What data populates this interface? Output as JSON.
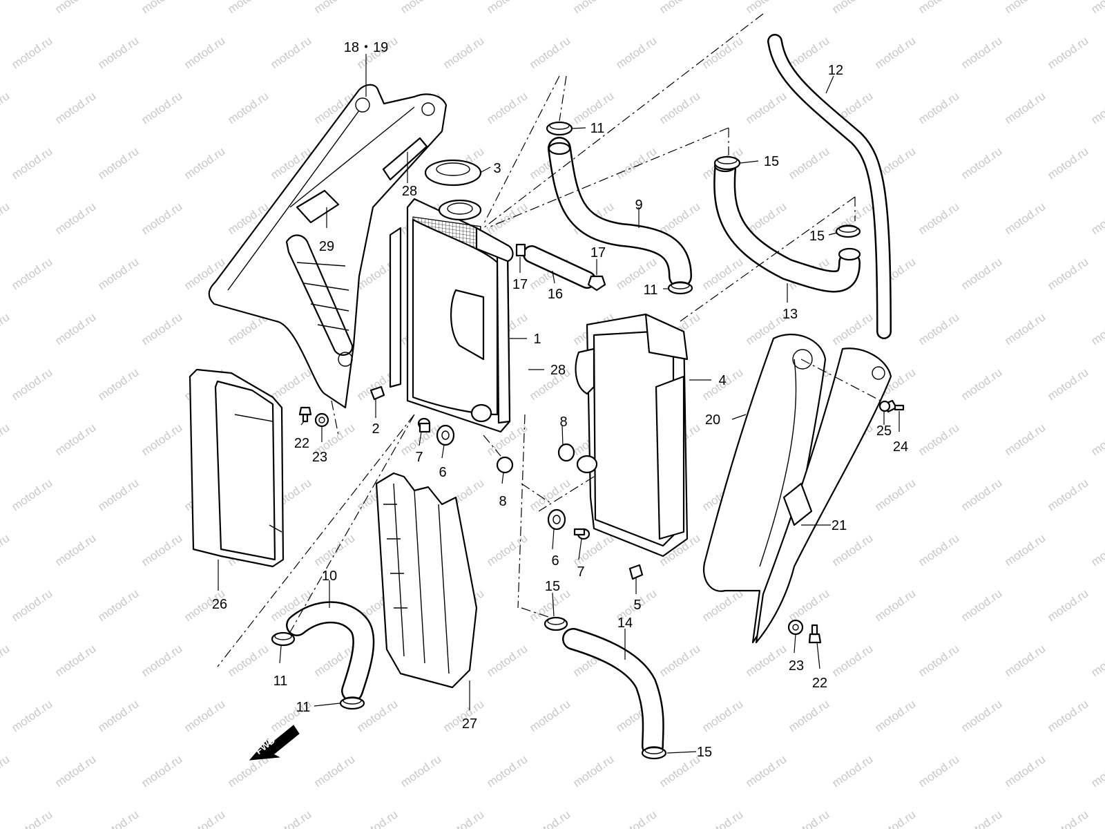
{
  "watermark": "motod.ru",
  "fwd_label": "FWD",
  "callouts": [
    {
      "id": "c-18-19",
      "label": "18・19"
    },
    {
      "id": "c-28a",
      "label": "28"
    },
    {
      "id": "c-29",
      "label": "29"
    },
    {
      "id": "c-3",
      "label": "3"
    },
    {
      "id": "c-11a",
      "label": "11"
    },
    {
      "id": "c-15a",
      "label": "15"
    },
    {
      "id": "c-12",
      "label": "12"
    },
    {
      "id": "c-9",
      "label": "9"
    },
    {
      "id": "c-17a",
      "label": "17"
    },
    {
      "id": "c-17b",
      "label": "17"
    },
    {
      "id": "c-16",
      "label": "16"
    },
    {
      "id": "c-11b",
      "label": "11"
    },
    {
      "id": "c-15b",
      "label": "15"
    },
    {
      "id": "c-13",
      "label": "13"
    },
    {
      "id": "c-1",
      "label": "1"
    },
    {
      "id": "c-28b",
      "label": "28"
    },
    {
      "id": "c-4",
      "label": "4"
    },
    {
      "id": "c-20",
      "label": "20"
    },
    {
      "id": "c-25",
      "label": "25"
    },
    {
      "id": "c-24",
      "label": "24"
    },
    {
      "id": "c-2",
      "label": "2"
    },
    {
      "id": "c-22a",
      "label": "22"
    },
    {
      "id": "c-23a",
      "label": "23"
    },
    {
      "id": "c-7a",
      "label": "7"
    },
    {
      "id": "c-6a",
      "label": "6"
    },
    {
      "id": "c-8a",
      "label": "8"
    },
    {
      "id": "c-8b",
      "label": "8"
    },
    {
      "id": "c-21",
      "label": "21"
    },
    {
      "id": "c-6b",
      "label": "6"
    },
    {
      "id": "c-7b",
      "label": "7"
    },
    {
      "id": "c-26",
      "label": "26"
    },
    {
      "id": "c-10",
      "label": "10"
    },
    {
      "id": "c-15c",
      "label": "15"
    },
    {
      "id": "c-5",
      "label": "5"
    },
    {
      "id": "c-14",
      "label": "14"
    },
    {
      "id": "c-11c",
      "label": "11"
    },
    {
      "id": "c-11d",
      "label": "11"
    },
    {
      "id": "c-27",
      "label": "27"
    },
    {
      "id": "c-23b",
      "label": "23"
    },
    {
      "id": "c-22b",
      "label": "22"
    },
    {
      "id": "c-15d",
      "label": "15"
    }
  ]
}
